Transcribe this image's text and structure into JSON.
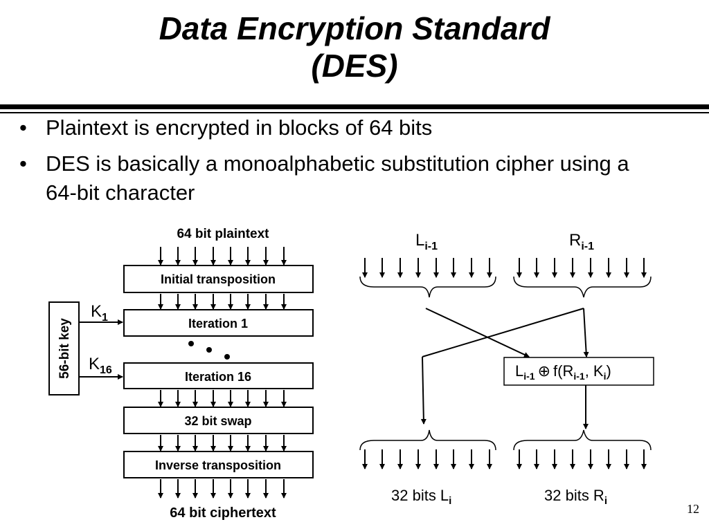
{
  "slide": {
    "title_line1": "Data Encryption Standard",
    "title_line2": "(DES)",
    "bullets": [
      "Plaintext is encrypted in blocks of 64 bits",
      "DES is basically a monoalphabetic substitution cipher using a 64-bit character"
    ],
    "page_number": "12"
  },
  "left_diagram": {
    "top_label": "64 bit plaintext",
    "bottom_label": "64 bit ciphertext",
    "key_label": "56-bit key",
    "k1_base": "K",
    "k1_sub": "1",
    "k16_base": "K",
    "k16_sub": "16",
    "boxes": [
      "Initial transposition",
      "Iteration 1",
      "Iteration 16",
      "32 bit swap",
      "Inverse transposition"
    ]
  },
  "right_diagram": {
    "l_prev_base": "L",
    "l_prev_sub": "i-1",
    "r_prev_base": "R",
    "r_prev_sub": "i-1",
    "func": {
      "l_base": "L",
      "l_sub": "i-1",
      "op": "⊕",
      "f_open": "f(R",
      "r_sub": "i-1",
      "comma": ", K",
      "k_sub": "i",
      "close": ")"
    },
    "out_left_text": "32 bits L",
    "out_left_sub": "i",
    "out_right_text": "32 bits R",
    "out_right_sub": "i"
  }
}
